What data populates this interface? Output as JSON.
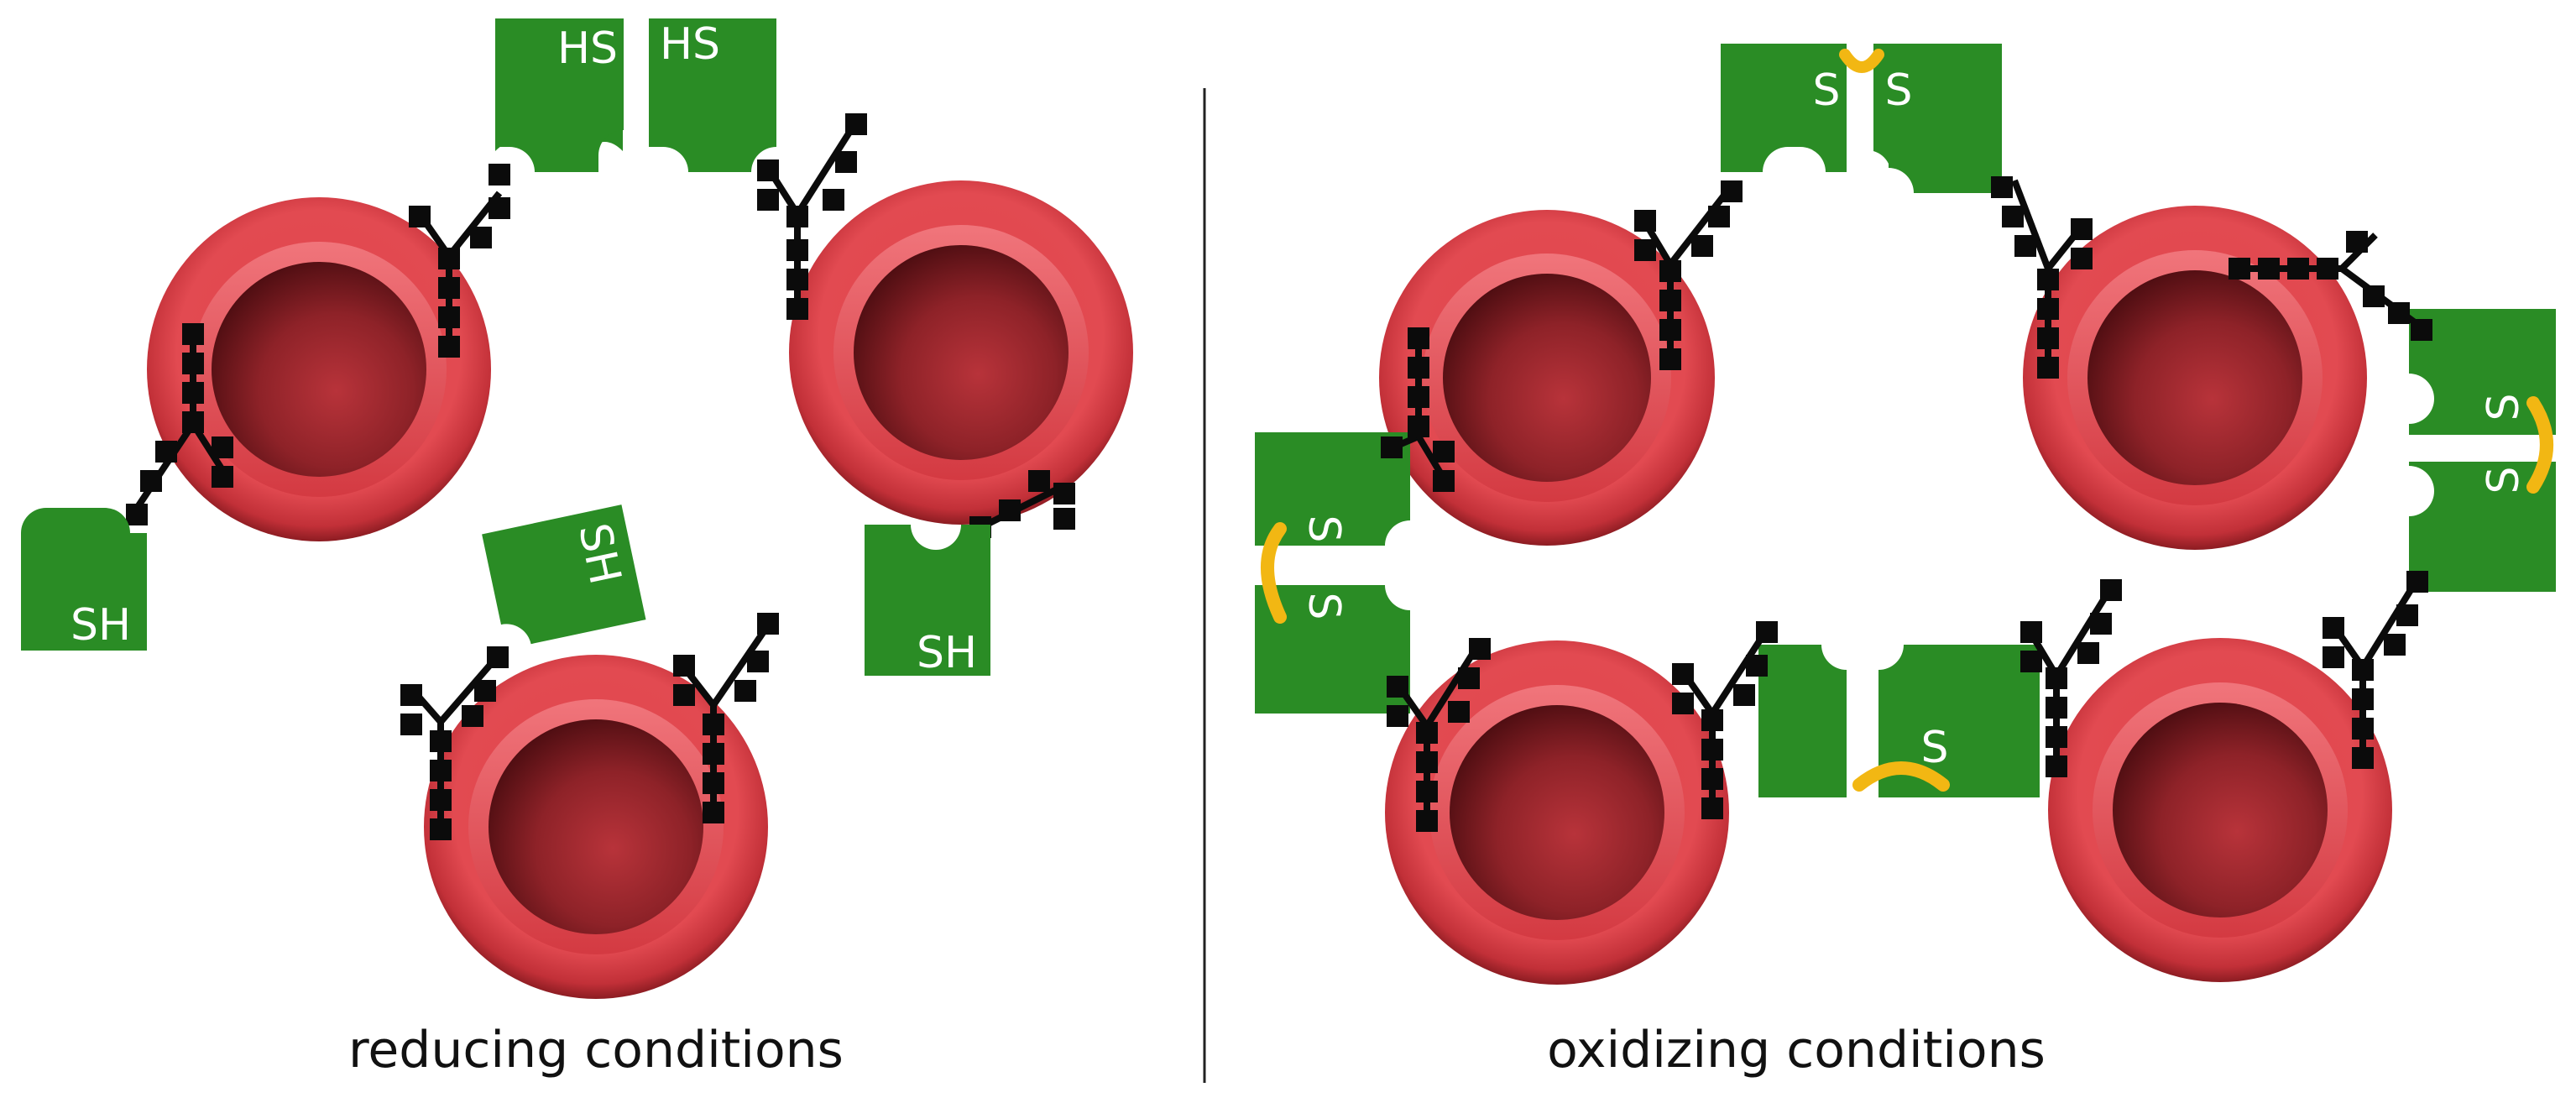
{
  "panels": {
    "left": {
      "caption": "reducing conditions",
      "thiol_labels": [
        "HS",
        "HS",
        "SH",
        "SH",
        "SH"
      ]
    },
    "right": {
      "caption": "oxidizing conditions",
      "disulfide_label": "S"
    }
  },
  "colors": {
    "cell": "#e0444c",
    "cell_rim": "#f06a70",
    "cell_dark": "#7a1a20",
    "antibody": "#0b0b0b",
    "protein": "#2a8c25",
    "disulfide_bond": "#f2b713",
    "divider": "#222222"
  }
}
